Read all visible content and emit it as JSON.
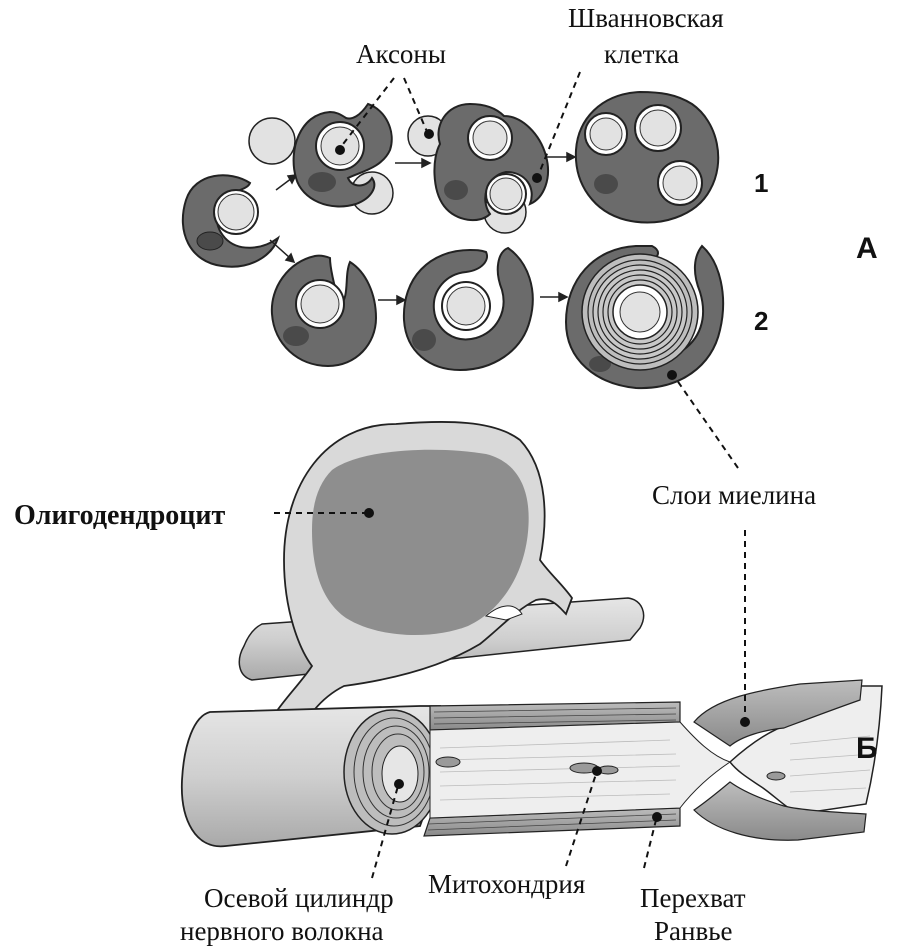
{
  "panel_letters": {
    "a": "А",
    "b": "Б"
  },
  "row_numbers": {
    "row1": "1",
    "row2": "2"
  },
  "labels": {
    "axons": "Аксоны",
    "schwann_line1": "Шванновская",
    "schwann_line2": "клетка",
    "oligodendrocyte": "Олигодендроцит",
    "myelin_layers": "Слои миелина",
    "axial_line1": "Осевой цилиндр",
    "axial_line2": "нервного волокна",
    "mitochondrion": "Митохондрия",
    "ranvier_line1": "Перехват",
    "ranvier_line2": "Ранвье"
  },
  "colors": {
    "cell_dark": "#6b6b6b",
    "cell_outline": "#222222",
    "axon_light": "#e2e2e2",
    "nucleus": "#4a4a4a",
    "soma_light": "#d9d9d9",
    "soma_nucleus": "#8e8e8e",
    "fiber_light": "#cfcfcf",
    "axon_core": "#eeeeee"
  }
}
